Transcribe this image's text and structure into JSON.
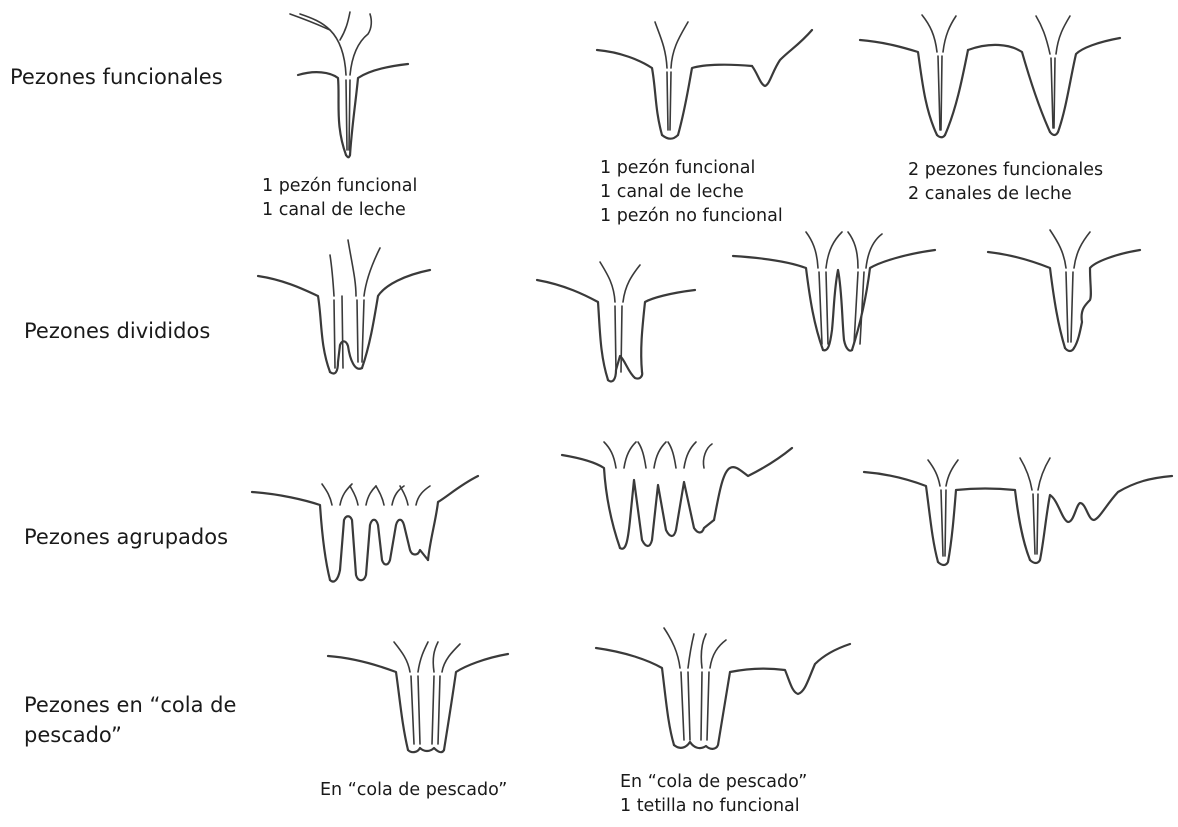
{
  "rows": [
    {
      "label": "Pezones funcionales"
    },
    {
      "label": "Pezones divididos"
    },
    {
      "label": "Pezones agrupados"
    },
    {
      "label_line1": "Pezones en “cola de",
      "label_line2": "pescado”"
    }
  ],
  "captions": [
    {
      "lines": [
        "1 pezón funcional",
        "1 canal de leche"
      ]
    },
    {
      "lines": [
        "1 pezón funcional",
        "1 canal de leche",
        "1 pezón no funcional"
      ]
    },
    {
      "lines": [
        "2 pezones funcionales",
        "2 canales de leche"
      ]
    },
    {
      "lines": [
        "En “cola de pescado”"
      ]
    },
    {
      "lines": [
        "En “cola de pescado”",
        "1 tetilla no funcional"
      ]
    }
  ]
}
